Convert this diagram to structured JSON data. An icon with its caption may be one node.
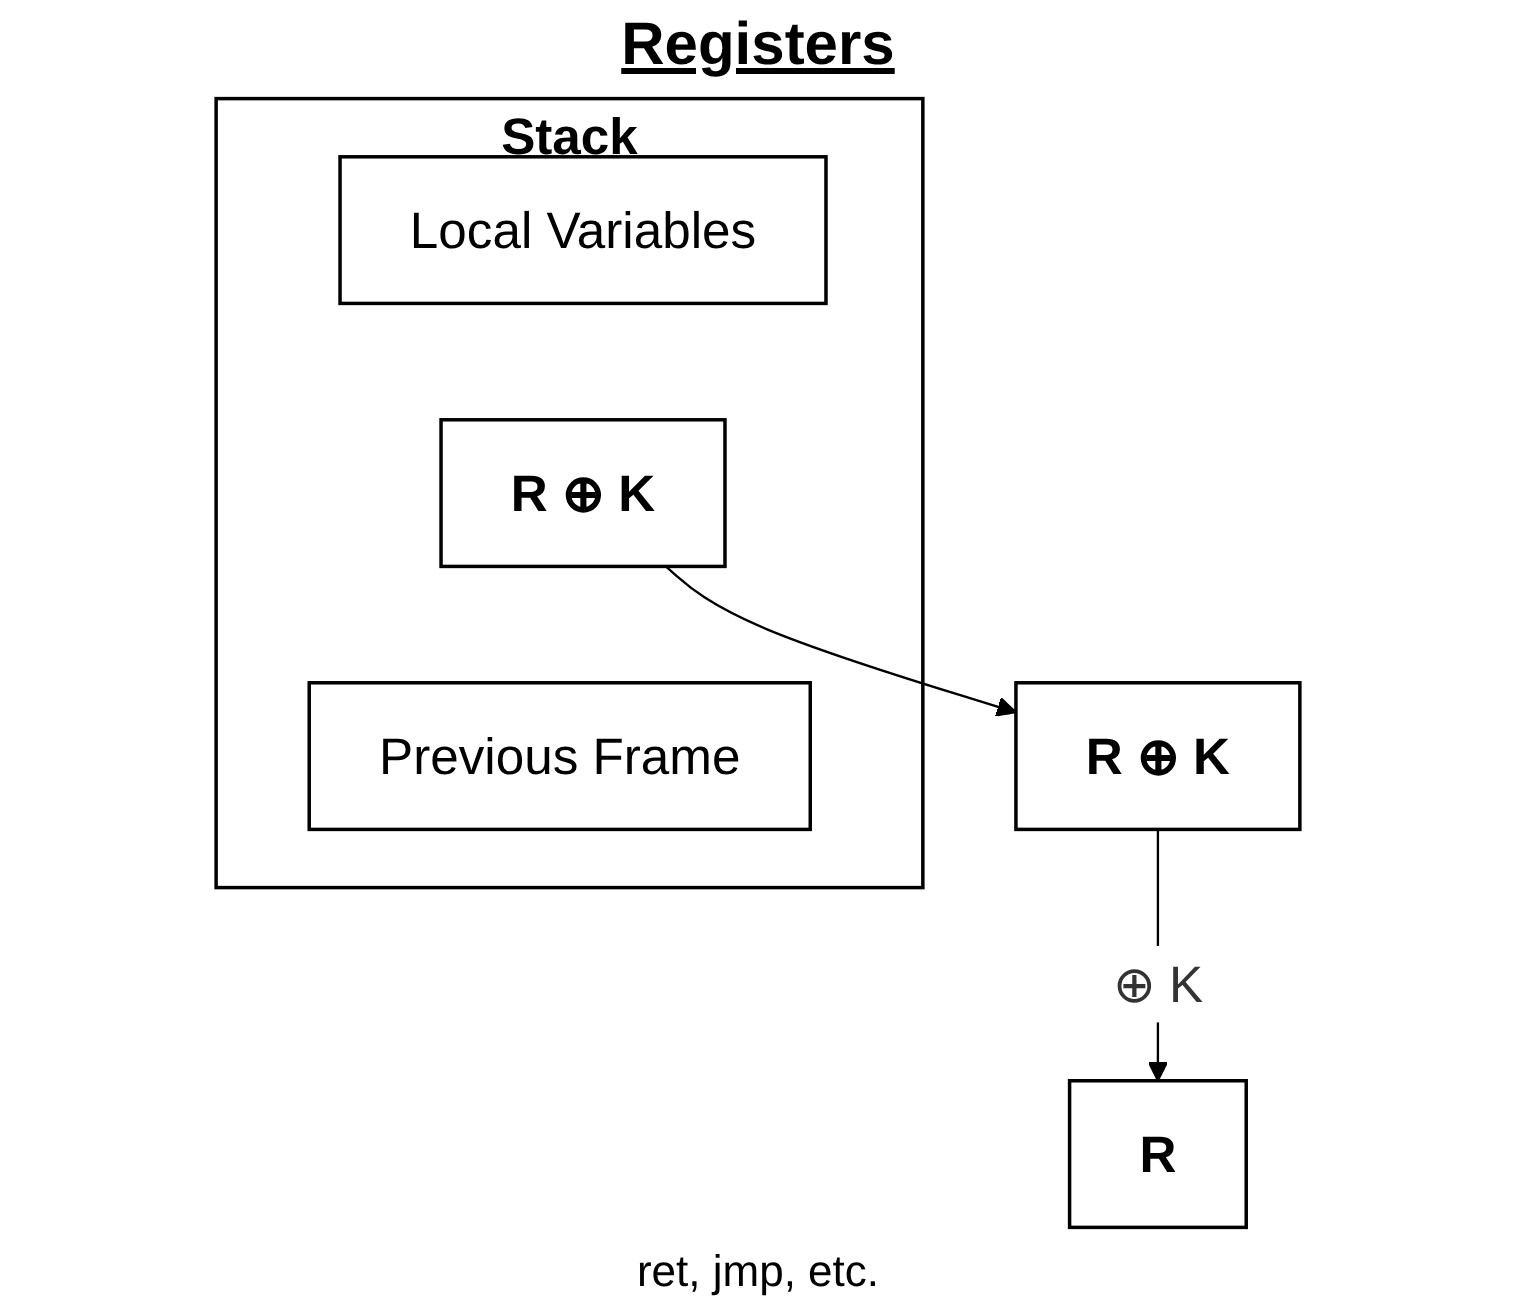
{
  "diagram": {
    "nodes": [
      {
        "text": [
          "Stack"
        ]
      },
      {
        "text": [
          "Local Variables"
        ],
        "in": 0
      },
      {
        "text": [
          "R ⊕ K"
        ],
        "in": 0
      },
      {
        "text": [
          "Previous Frame"
        ],
        "in": 0
      },
      {
        "text": [
          "R ⊕ K"
        ]
      },
      {
        "text": [
          "R"
        ]
      }
    ],
    "edges": [
      {
        "from": 2,
        "to": 4,
        "arrow": "to"
      },
      {
        "from": 4,
        "to": 5,
        "label": "⊕ K",
        "arrow": "to"
      }
    ],
    "labels": [
      "Registers",
      "ret, jmp, etc."
    ]
  }
}
